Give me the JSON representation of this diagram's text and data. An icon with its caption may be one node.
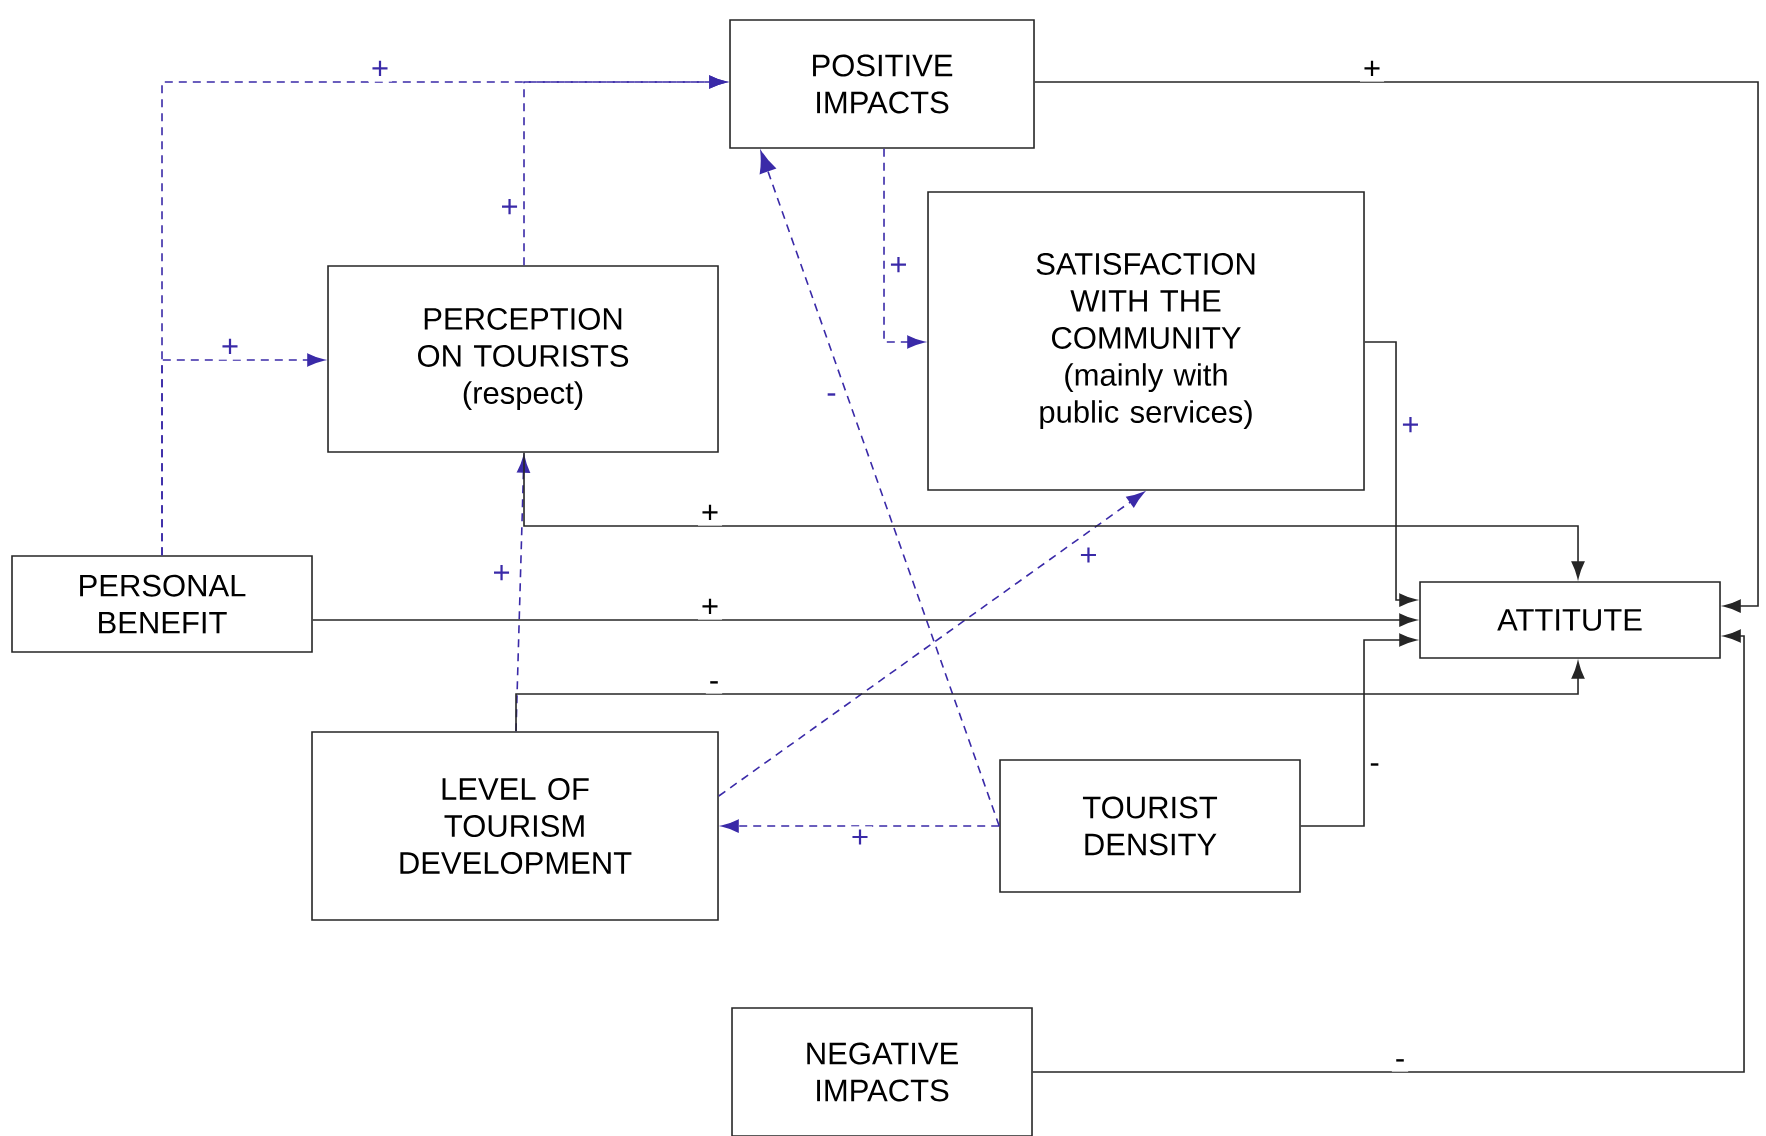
{
  "diagram": {
    "nodes": [
      {
        "text": [
          "POSITIVE IMPACTS"
        ]
      },
      {
        "text": [
          "PERCEPTION ON TOURISTS",
          "(respect)"
        ]
      },
      {
        "text": [
          "SATISFACTION WITH THE COMMUNITY",
          "(mainly with public services)"
        ]
      },
      {
        "text": [
          "PERSONAL BENEFIT"
        ]
      },
      {
        "text": [
          "ATTITUTE"
        ]
      },
      {
        "text": [
          "LEVEL OF TOURISM DEVELOPMENT"
        ]
      },
      {
        "text": [
          "TOURIST DENSITY"
        ]
      },
      {
        "text": [
          "NEGATIVE IMPACTS"
        ]
      }
    ],
    "edges": [
      {
        "from": 3,
        "to": 0,
        "arrow": "to",
        "label": "+",
        "style": "dashed",
        "color": "#3a2aa8"
      },
      {
        "from": 3,
        "to": 1,
        "arrow": "to",
        "label": "+",
        "style": "dashed",
        "color": "#3a2aa8"
      },
      {
        "from": 1,
        "to": 0,
        "arrow": "to",
        "label": "+",
        "style": "dashed",
        "color": "#3a2aa8"
      },
      {
        "from": 0,
        "to": 2,
        "arrow": "to",
        "label": "+",
        "style": "dashed",
        "color": "#3a2aa8"
      },
      {
        "from": 6,
        "to": 0,
        "arrow": "to",
        "label": "-",
        "style": "dashed",
        "color": "#3a2aa8"
      },
      {
        "from": 5,
        "to": 1,
        "arrow": "to",
        "label": "+",
        "style": "dashed",
        "color": "#3a2aa8"
      },
      {
        "from": 6,
        "to": 5,
        "arrow": "to",
        "label": "+",
        "style": "dashed",
        "color": "#3a2aa8"
      },
      {
        "from": 5,
        "to": 2,
        "arrow": "to",
        "label": "+",
        "style": "dashed",
        "color": "#3a2aa8"
      },
      {
        "from": 0,
        "to": 4,
        "arrow": "to",
        "label": "+",
        "color": "#262626"
      },
      {
        "from": 7,
        "to": 4,
        "arrow": "to",
        "label": "-",
        "color": "#262626"
      },
      {
        "from": 3,
        "to": 4,
        "arrow": "to",
        "label": "+",
        "color": "#262626"
      },
      {
        "from": 5,
        "to": 4,
        "arrow": "to",
        "label": "-",
        "color": "#262626"
      },
      {
        "from": 2,
        "to": 4,
        "arrow": "to",
        "label": "+",
        "color": "#262626"
      },
      {
        "from": 6,
        "to": 4,
        "arrow": "to",
        "label": "-",
        "color": "#262626"
      },
      {
        "from": 1,
        "to": 4,
        "arrow": "to",
        "label": "+",
        "color": "#262626"
      }
    ]
  }
}
